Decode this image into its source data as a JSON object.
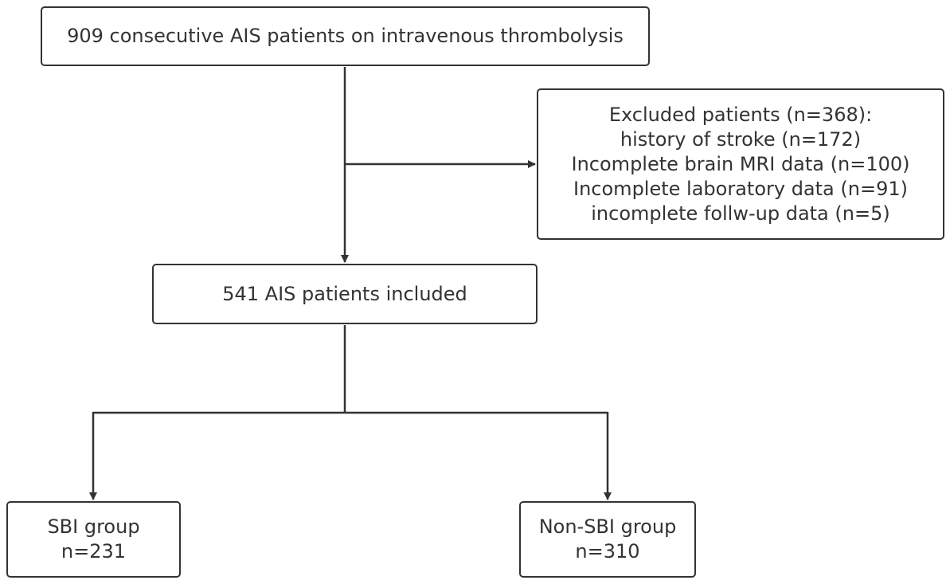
{
  "diagram": {
    "start": {
      "text": "909 consecutive AIS patients on intravenous thrombolysis"
    },
    "excluded": {
      "title": "Excluded patients (n=368):",
      "reasons": [
        "history of stroke (n=172)",
        "Incomplete brain MRI data (n=100)",
        "Incomplete laboratory data (n=91)",
        "incomplete follw-up data (n=5)"
      ]
    },
    "included": {
      "text": "541 AIS patients included"
    },
    "groups": [
      {
        "name": "SBI group",
        "count": "n=231"
      },
      {
        "name": "Non-SBI group",
        "count": "n=310"
      }
    ],
    "colors": {
      "stroke": "#333333",
      "text": "#333333",
      "background": "#ffffff"
    }
  }
}
